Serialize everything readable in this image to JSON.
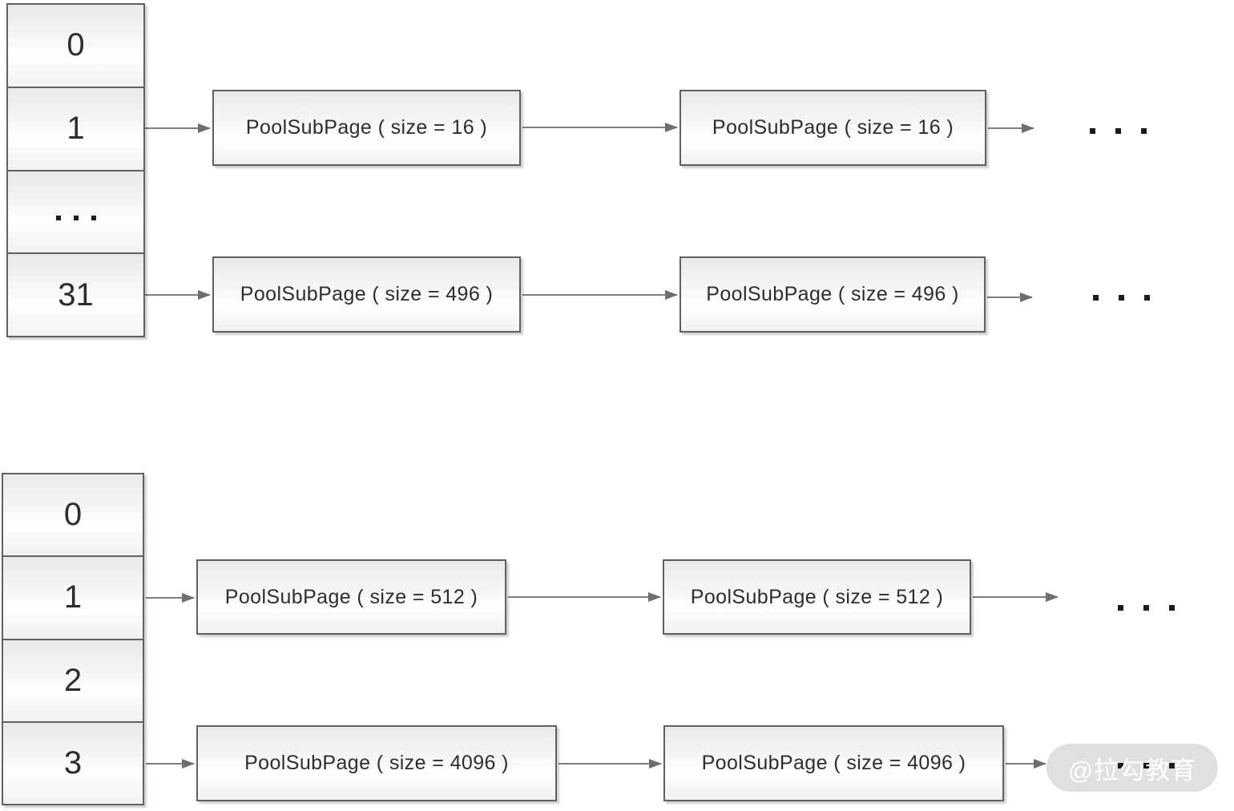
{
  "top_array": {
    "cells": [
      "0",
      "1",
      "...",
      "31"
    ]
  },
  "top_chains": [
    {
      "boxes": [
        "PoolSubPage ( size = 16 )",
        "PoolSubPage ( size = 16 )"
      ],
      "ellipsis": "..."
    },
    {
      "boxes": [
        "PoolSubPage ( size = 496 )",
        "PoolSubPage ( size = 496 )"
      ],
      "ellipsis": "..."
    }
  ],
  "bottom_array": {
    "cells": [
      "0",
      "1",
      "2",
      "3"
    ]
  },
  "bottom_chains": [
    {
      "boxes": [
        "PoolSubPage ( size = 512 )",
        "PoolSubPage ( size = 512 )"
      ],
      "ellipsis": "..."
    },
    {
      "boxes": [
        "PoolSubPage ( size = 4096 )",
        "PoolSubPage ( size = 4096 )"
      ],
      "ellipsis": "..."
    }
  ],
  "watermark": {
    "label": "@拉勾教育"
  },
  "colors": {
    "border": "#616161",
    "arrow_line": "#7e7e7e",
    "arrow_head": "#6e6e6e",
    "text": "#2d2d2d",
    "box_fill_top": "#e9e9e9",
    "box_fill_bottom": "#f1f1f1",
    "watermark_bg": "#dedede",
    "watermark_text": "#ffffff"
  }
}
